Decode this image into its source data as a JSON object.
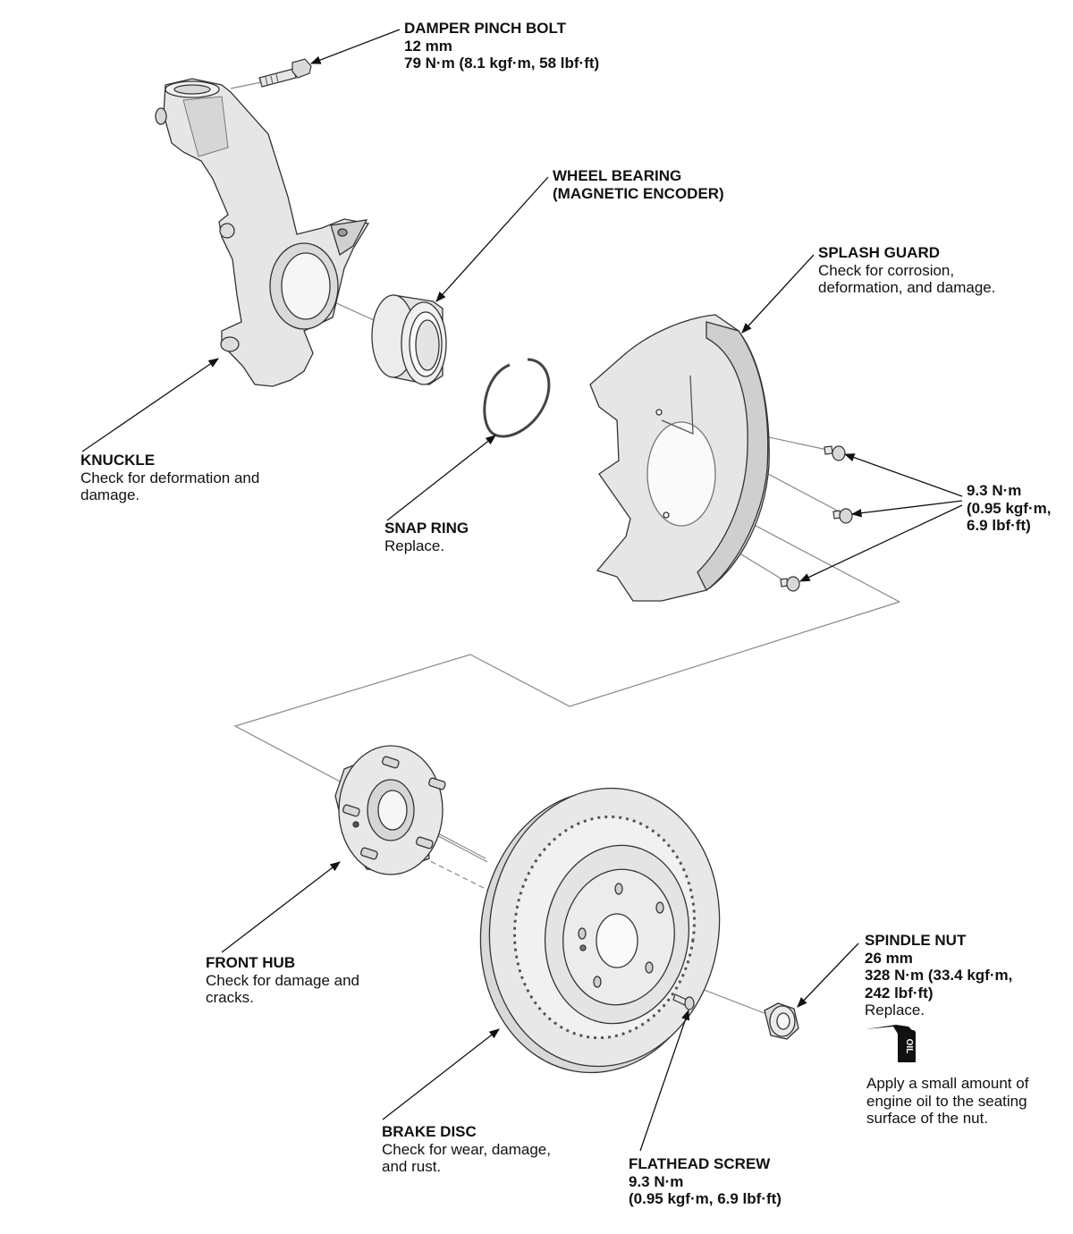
{
  "callouts": {
    "damper_pinch_bolt": {
      "title": "DAMPER PINCH BOLT",
      "size": "12 mm",
      "torque": "79 N·m (8.1 kgf·m, 58 lbf·ft)"
    },
    "wheel_bearing": {
      "title_line1": "WHEEL BEARING",
      "title_line2": "(MAGNETIC ENCODER)"
    },
    "splash_guard": {
      "title": "SPLASH GUARD",
      "note_line1": "Check for corrosion,",
      "note_line2": "deformation, and damage."
    },
    "knuckle": {
      "title": "KNUCKLE",
      "note_line1": "Check for deformation and",
      "note_line2": "damage."
    },
    "snap_ring": {
      "title": "SNAP RING",
      "note": "Replace."
    },
    "splash_guard_bolts": {
      "line1": "9.3 N·m",
      "line2": "(0.95 kgf·m,",
      "line3": "6.9 lbf·ft)"
    },
    "front_hub": {
      "title": "FRONT HUB",
      "note_line1": "Check for damage and",
      "note_line2": "cracks."
    },
    "spindle_nut": {
      "title": "SPINDLE NUT",
      "size": "26 mm",
      "torque_line1": "328 N·m (33.4 kgf·m,",
      "torque_line2": "242 lbf·ft)",
      "note": "Replace."
    },
    "oil_note": {
      "line1": "Apply a small amount of",
      "line2": "engine oil to the seating",
      "line3": "surface of the nut.",
      "can_label": "OIL"
    },
    "brake_disc": {
      "title": "BRAKE DISC",
      "note_line1": "Check for wear, damage,",
      "note_line2": "and rust."
    },
    "flathead_screw": {
      "title": "FLATHEAD SCREW",
      "torque_line1": "9.3 N·m",
      "torque_line2": "(0.95 kgf·m, 6.9 lbf·ft)"
    }
  },
  "colors": {
    "part_fill": "#e6e6e6",
    "part_shade": "#cfcfcf",
    "line": "#111111",
    "guide": "#777777"
  }
}
